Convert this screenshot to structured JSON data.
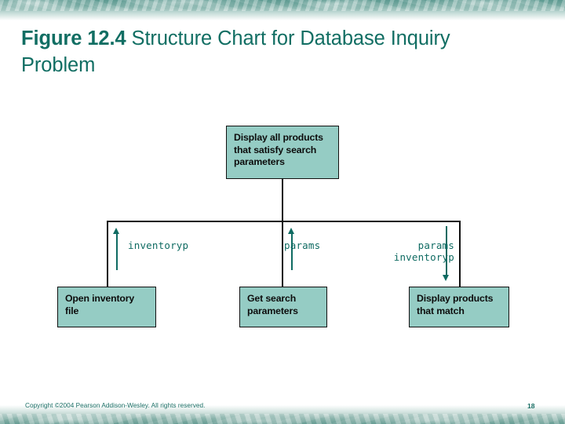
{
  "slide": {
    "title_figure": "Figure 12.4",
    "title_rest": "  Structure Chart for Database Inquiry Problem",
    "accent_color": "#116e63",
    "box_fill_color": "#95ccc4",
    "box_border_color": "#111111",
    "couple_color": "#0f6b62"
  },
  "diagram": {
    "type": "structure-chart",
    "root": {
      "id": "display-all-products",
      "label": "Display all products that satisfy search parameters",
      "lines": [
        "Display all products",
        "that satisfy search",
        "parameters"
      ]
    },
    "children": [
      {
        "id": "open-inventory-file",
        "label": "Open inventory file",
        "lines": [
          "Open inventory",
          "file"
        ],
        "couples": [
          "inventoryp"
        ],
        "couple_direction": "up"
      },
      {
        "id": "get-search-parameters",
        "label": "Get search parameters",
        "lines": [
          "Get search",
          "parameters"
        ],
        "couples": [
          "params"
        ],
        "couple_direction": "up"
      },
      {
        "id": "display-products-that-match",
        "label": "Display products that match",
        "lines": [
          "Display products",
          "that match"
        ],
        "couples": [
          "params",
          "inventoryp"
        ],
        "couple_direction": "down"
      }
    ]
  },
  "footer": {
    "copyright": "Copyright ©2004 Pearson Addison-Wesley. All rights reserved.",
    "page_number": "18"
  }
}
